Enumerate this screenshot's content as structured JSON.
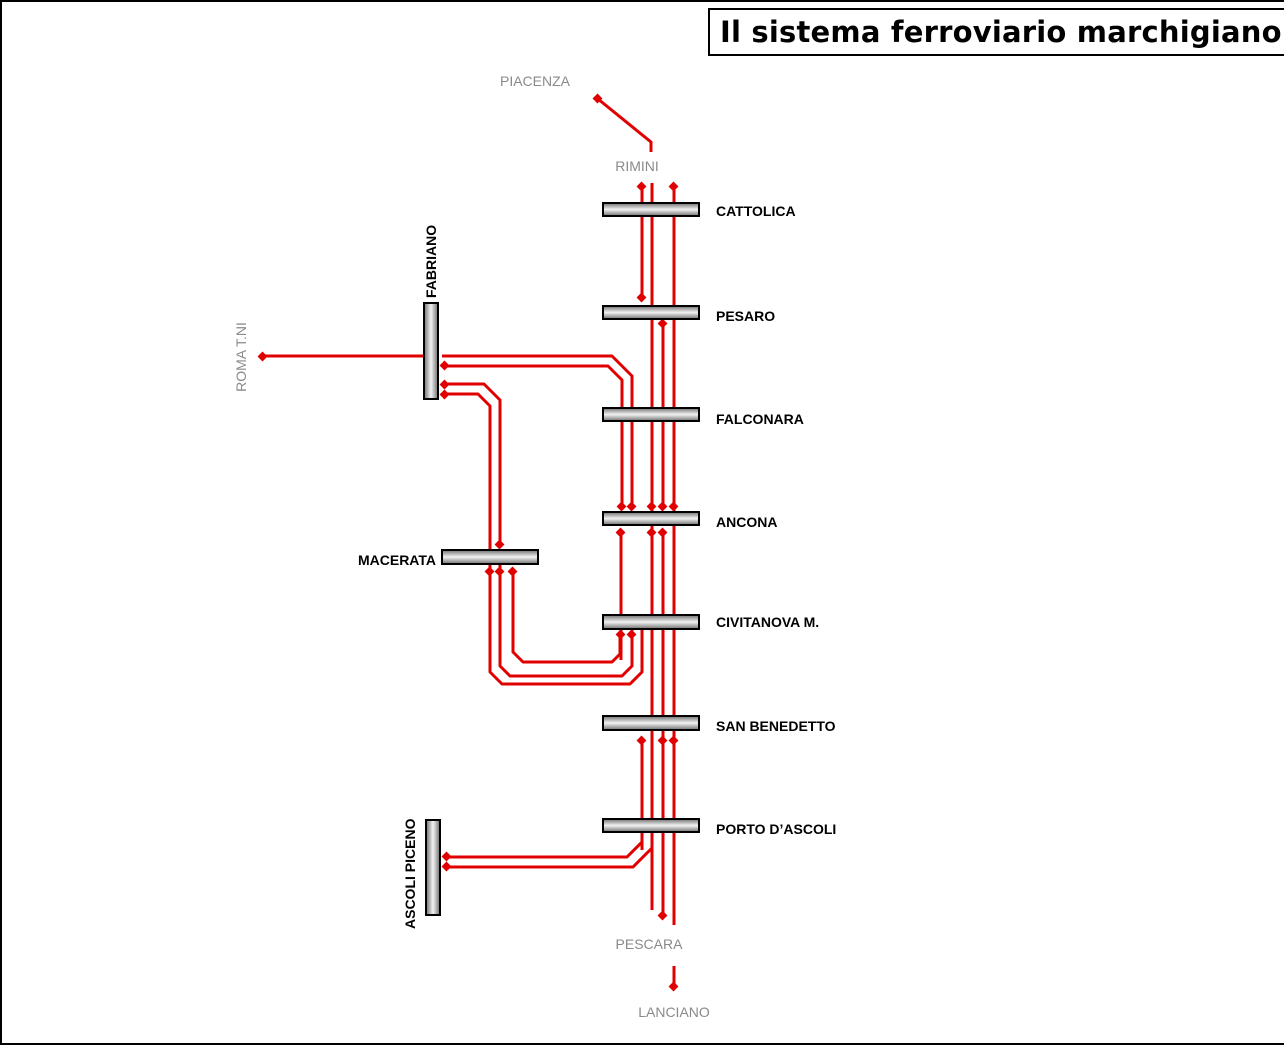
{
  "title": "Il sistema ferroviario marchigiano",
  "colors": {
    "track": "#e00000",
    "station_fill": "#9a9a9a",
    "external_label": "#8a8a8a"
  },
  "external_labels": {
    "piacenza": "PIACENZA",
    "rimini": "RIMINI",
    "roma": "ROMA T.NI",
    "pescara": "PESCARA",
    "lanciano": "LANCIANO"
  },
  "stations": {
    "cattolica": "CATTOLICA",
    "pesaro": "PESARO",
    "falconara": "FALCONARA",
    "ancona": "ANCONA",
    "civitanova": "CIVITANOVA M.",
    "san_benedetto": "SAN BENEDETTO",
    "porto_ascoli": "PORTO D’ASCOLI",
    "fabriano": "FABRIANO",
    "macerata": "MACERATA",
    "ascoli_piceno": "ASCOLI PICENO"
  }
}
